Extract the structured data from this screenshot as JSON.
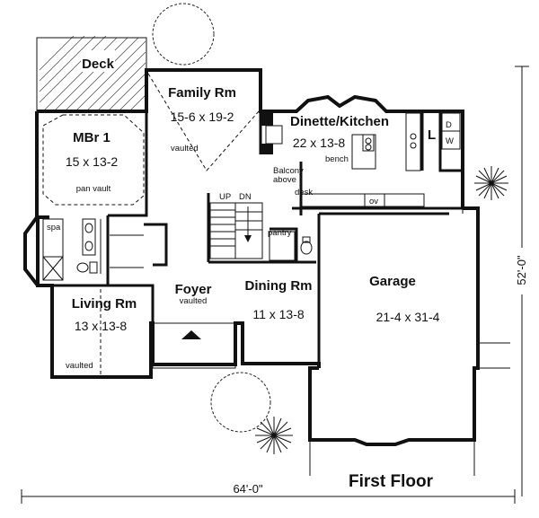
{
  "plan": {
    "floor_label": "First Floor",
    "width_dim": "64'-0\"",
    "depth_dim": "52'-0\"",
    "rooms": {
      "deck": {
        "name": "Deck"
      },
      "family": {
        "name": "Family Rm",
        "size": "15-6 x 19-2",
        "note": "vaulted"
      },
      "dinette": {
        "name": "Dinette/Kitchen",
        "size": "22 x 13-8",
        "note": "bench"
      },
      "mbr": {
        "name": "MBr 1",
        "size": "15 x 13-2",
        "note": "pan vault"
      },
      "living": {
        "name": "Living Rm",
        "size": "13 x 13-8",
        "note": "vaulted"
      },
      "foyer": {
        "name": "Foyer",
        "note": "vaulted"
      },
      "dining": {
        "name": "Dining Rm",
        "size": "11 x 13-8"
      },
      "garage": {
        "name": "Garage",
        "size": "21-4 x 31-4"
      }
    },
    "labels": {
      "balcony": "Balcony",
      "balcony2": "above",
      "up": "UP",
      "dn": "DN",
      "pantry": "pantry",
      "desk": "desk",
      "oven": "ov",
      "spa": "spa",
      "laundry": "L",
      "dryer": "D",
      "washer": "W"
    }
  }
}
